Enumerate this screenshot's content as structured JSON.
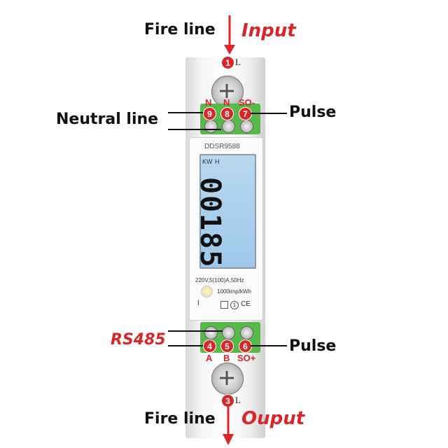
{
  "top": {
    "fire_line": "Fire line",
    "input": "Input",
    "terminal_num": "1",
    "terminal_letter": "L"
  },
  "top_terminals": [
    {
      "letter": "N",
      "num": "9"
    },
    {
      "letter": "N",
      "num": "8"
    },
    {
      "letter": "SO-",
      "num": "7"
    }
  ],
  "left_labels": {
    "neutral_line": "Neutral line",
    "rs485": "RS485"
  },
  "right_labels": {
    "pulse_top": "Pulse",
    "pulse_bottom": "Pulse"
  },
  "meter": {
    "model": "DDSR9588",
    "unit_kw": "KW",
    "unit_h": "H",
    "reading": "00185",
    "rating": "220V,5(100)A,50Hz",
    "imp": "1000imp/kWh",
    "marks": "CE"
  },
  "bottom_terminals": [
    {
      "letter": "A",
      "num": "4"
    },
    {
      "letter": "B",
      "num": "5"
    },
    {
      "letter": "SO+",
      "num": "6"
    }
  ],
  "bottom": {
    "fire_line": "Fire line",
    "output": "Ouput",
    "terminal_num": "3",
    "terminal_letter": "L"
  },
  "colors": {
    "accent_red": "#d9262a",
    "terminal_green": "#58b84a",
    "lcd_blue": "#a6cdeb"
  }
}
